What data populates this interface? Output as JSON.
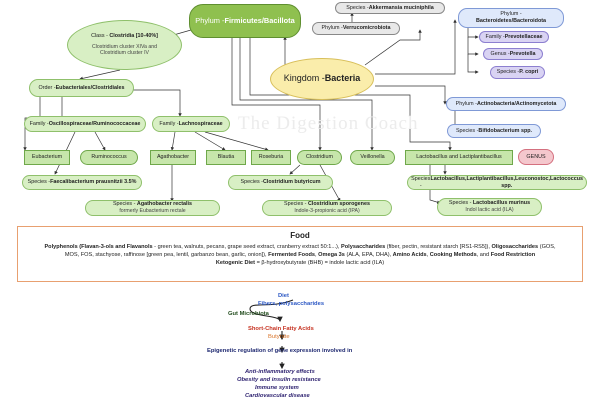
{
  "diagram": {
    "kingdom": {
      "label": "Kingdom - ",
      "value": "Bacteria"
    },
    "phylum_firmicutes": {
      "label": "Phylum - ",
      "value": "Firmicutes/Bacillota"
    },
    "species_akkermansia": {
      "label": "Species - ",
      "value": "Akkermansia muciniphila"
    },
    "phylum_verrucomicrobiota": {
      "label": "Phylum - ",
      "value": "Verrucomicrobiota"
    },
    "phylum_bacteroidetes": {
      "label": "Phylum - ",
      "value": "Bacteroidetes/Bacteroidota"
    },
    "family_prevotellaceae": {
      "label": "Family - ",
      "value": "Prevotellaceae"
    },
    "genus_prevotella": {
      "label": "Genus - ",
      "value": "Prevotella"
    },
    "species_pcopri": {
      "label": "Species - ",
      "value": "P. copri"
    },
    "phylum_actinobacteria": {
      "label": "Phylum - ",
      "value": "Actinobacteria/Actinomycetota"
    },
    "species_bifidobacterium": {
      "label": "Species - ",
      "value": "Bifidobacterium spp."
    },
    "class_clostridia": {
      "label": "Class - ",
      "value": "Clostridia [10-40%]",
      "sub1": "Clostridium cluster XIVa and",
      "sub2": "Clostridium cluster IV"
    },
    "order_eubacteriales": {
      "label": "Order - ",
      "value": "Eubacteriales/Clostridiales"
    },
    "family_oscillospiraceae": {
      "label": "Family - ",
      "value": "Oscillospiraceae/Ruminococcaceae"
    },
    "family_lachnospiraceae": {
      "label": "Family - ",
      "value": "Lachnospiraceae"
    },
    "genus_eubacterium": "Eubacterium",
    "genus_ruminococcus": "Ruminococcus",
    "genus_agathobacter": "Agathobacter",
    "genus_blautia": "Blautia",
    "genus_roseburia": "Roseburia",
    "genus_clostridium": "Clostridium",
    "genus_veillonella": "Veillonella",
    "genus_lactobacillus": "Lactobacillus and Lactiplantibacillus",
    "genus_legend": "GENUS",
    "species_faecalibacterium": {
      "label": "Species - ",
      "value": "Faecalibacterium prausnitzii 3.5%"
    },
    "species_clostridium_butyricum": {
      "label": "Species - ",
      "value": "Clostridium butyricum"
    },
    "species_agathobacter": {
      "label": "Species - ",
      "value": "Agathobacter rectalis",
      "sub": "formerly Eubacterium rectale"
    },
    "species_clostridium_sporogenes": {
      "label": "Species - ",
      "value": "Clostridium sporogenes",
      "sub": "Indole-3-propionic acid (IPA)"
    },
    "species_lactobacillus_group": {
      "label": "Species - ",
      "value": "Lactobacillus,Lactiplantibacillus,Leuconostoc,Lactococcus spp."
    },
    "species_lactobacillus_murinus": {
      "label": "Species - ",
      "value": "Lactobacillus murinus",
      "sub": "Indol lactic acid (ILA)"
    },
    "watermark": "The Digestion Coach"
  },
  "food": {
    "title": "Food",
    "line1": {
      "t1": "Polyphenols (Flavan-3-ols and Flavanols",
      "t2": " - green tea, walnuts, pecans, grape seed extract, cranberry extract 50:1...), ",
      "t3": "Polysaccharides",
      "t4": " (fiber, pectin, resistant starch [RS1-RS5]), ",
      "t5": "Oligosaccharides",
      "t6": " (GOS,"
    },
    "line2": {
      "t1": "MOS, FOS, stachyose, raffinose [green pea, lentil, garbanzo bean, garlic, onion]), ",
      "t2": "Fermented Foods",
      "t3": ", ",
      "t4": "Omega 3s",
      "t5": " (ALA, EPA, DHA), ",
      "t6": "Amino Acids",
      "t7": ", ",
      "t8": "Cooking Methods",
      "t9": ", and ",
      "t10": "Food Restriction"
    },
    "line3": {
      "t1": "Ketogenic Diet",
      "t2": " = β-hydroxybutyrate (BHB) = indole lactic acid (ILA)"
    }
  },
  "flow": {
    "diet": "Diet",
    "fibers": "Fibers, polysaccharides",
    "gut_microbiota": "Gut Microbiota",
    "scfa": "Short-Chain Fatty Acids",
    "butyrate": "Butyrate",
    "epigenetic": "Epigenetic regulation of gene expression involved in",
    "outcomes": [
      "Anti-inflammatory effects",
      "Obesity and  insulin resistance",
      "Immune system",
      "Cardiovascular disease"
    ]
  },
  "colors": {
    "green": "#8fc04f",
    "light_green": "#d8efc4",
    "blue": "#dfe9fb",
    "purple": "#d9d3f3",
    "yellow": "#faedab",
    "pink": "#f4c7cd",
    "orange_border": "#e8a070"
  }
}
